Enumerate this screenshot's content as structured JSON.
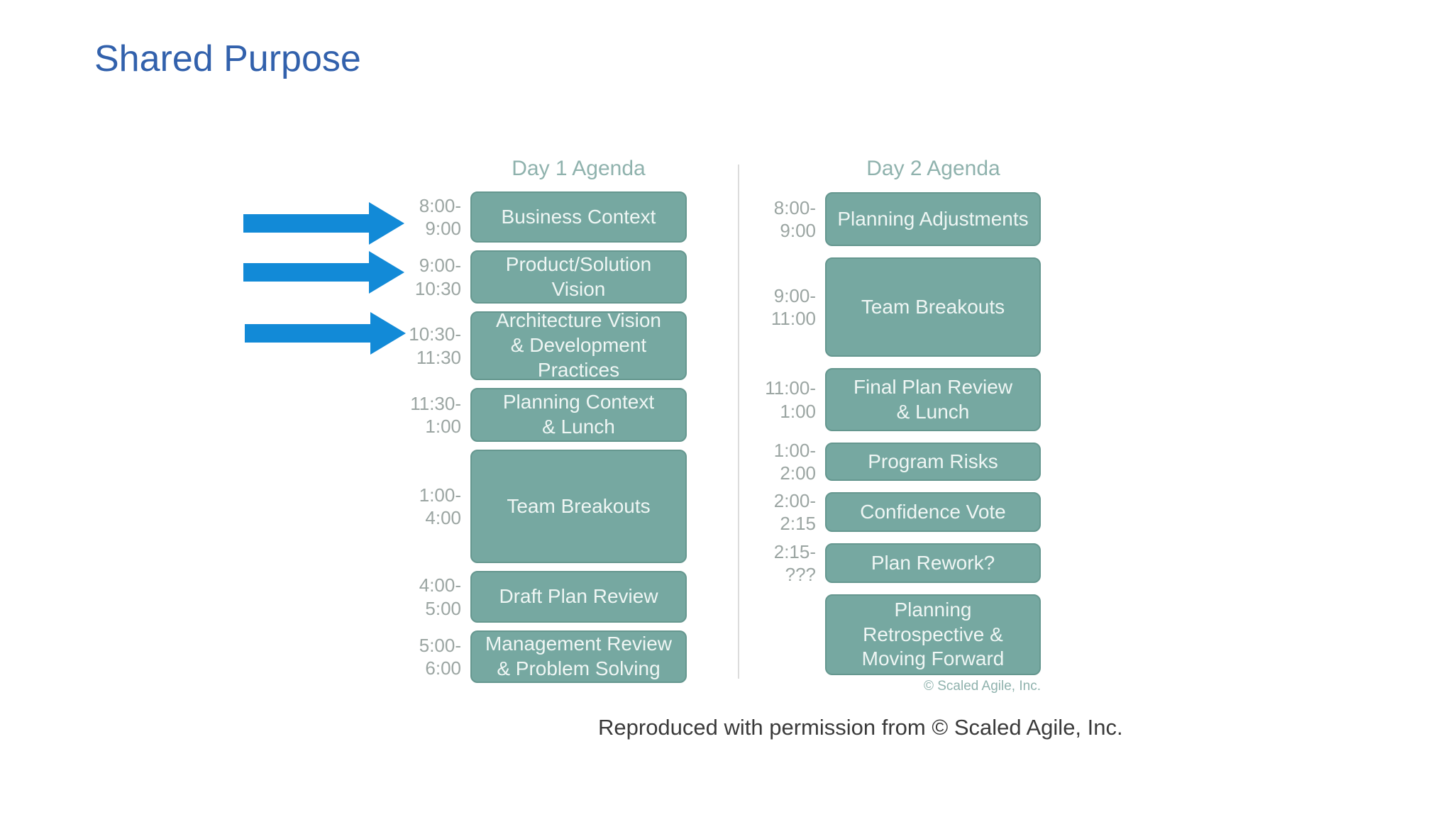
{
  "slide": {
    "title": "Shared Purpose",
    "caption": "Reproduced with permission from © Scaled Agile, Inc."
  },
  "agenda": {
    "day1": {
      "header": "Day 1 Agenda",
      "items": [
        {
          "time": "8:00-\n9:00",
          "label": "Business Context"
        },
        {
          "time": "9:00-\n10:30",
          "label": "Product/Solution\nVision"
        },
        {
          "time": "10:30-\n11:30",
          "label": "Architecture Vision\n& Development\nPractices"
        },
        {
          "time": "11:30-\n1:00",
          "label": "Planning Context\n& Lunch"
        },
        {
          "time": "1:00-\n4:00",
          "label": "Team Breakouts"
        },
        {
          "time": "4:00-\n5:00",
          "label": "Draft Plan Review"
        },
        {
          "time": "5:00-\n6:00",
          "label": "Management Review\n& Problem Solving"
        }
      ]
    },
    "day2": {
      "header": "Day 2 Agenda",
      "items": [
        {
          "time": "8:00-\n9:00",
          "label": "Planning Adjustments"
        },
        {
          "time": "9:00-\n11:00",
          "label": "Team Breakouts"
        },
        {
          "time": "11:00-\n1:00",
          "label": "Final Plan Review\n& Lunch"
        },
        {
          "time": "1:00-\n2:00",
          "label": "Program Risks"
        },
        {
          "time": "2:00-\n2:15",
          "label": "Confidence Vote"
        },
        {
          "time": "2:15-\n???",
          "label": "Plan Rework?"
        },
        {
          "time": "",
          "label": "Planning\nRetrospective &\nMoving Forward"
        }
      ],
      "copyright": "© Scaled Agile, Inc."
    },
    "arrows": [
      {
        "points_to": "Business Context"
      },
      {
        "points_to": "Product/Solution Vision"
      },
      {
        "points_to": "Architecture Vision & Development Practices"
      }
    ]
  },
  "colors": {
    "title_blue": "#3261ac",
    "arrow_blue": "#128ad7",
    "box_teal": "#76a8a1",
    "box_border": "#65978f",
    "box_text": "#eff6f4",
    "header_teal": "#8fb2ad",
    "time_gray": "#9ba5a2",
    "caption_dark": "#3a3a3a",
    "divider_gray": "#dcdcdc"
  }
}
